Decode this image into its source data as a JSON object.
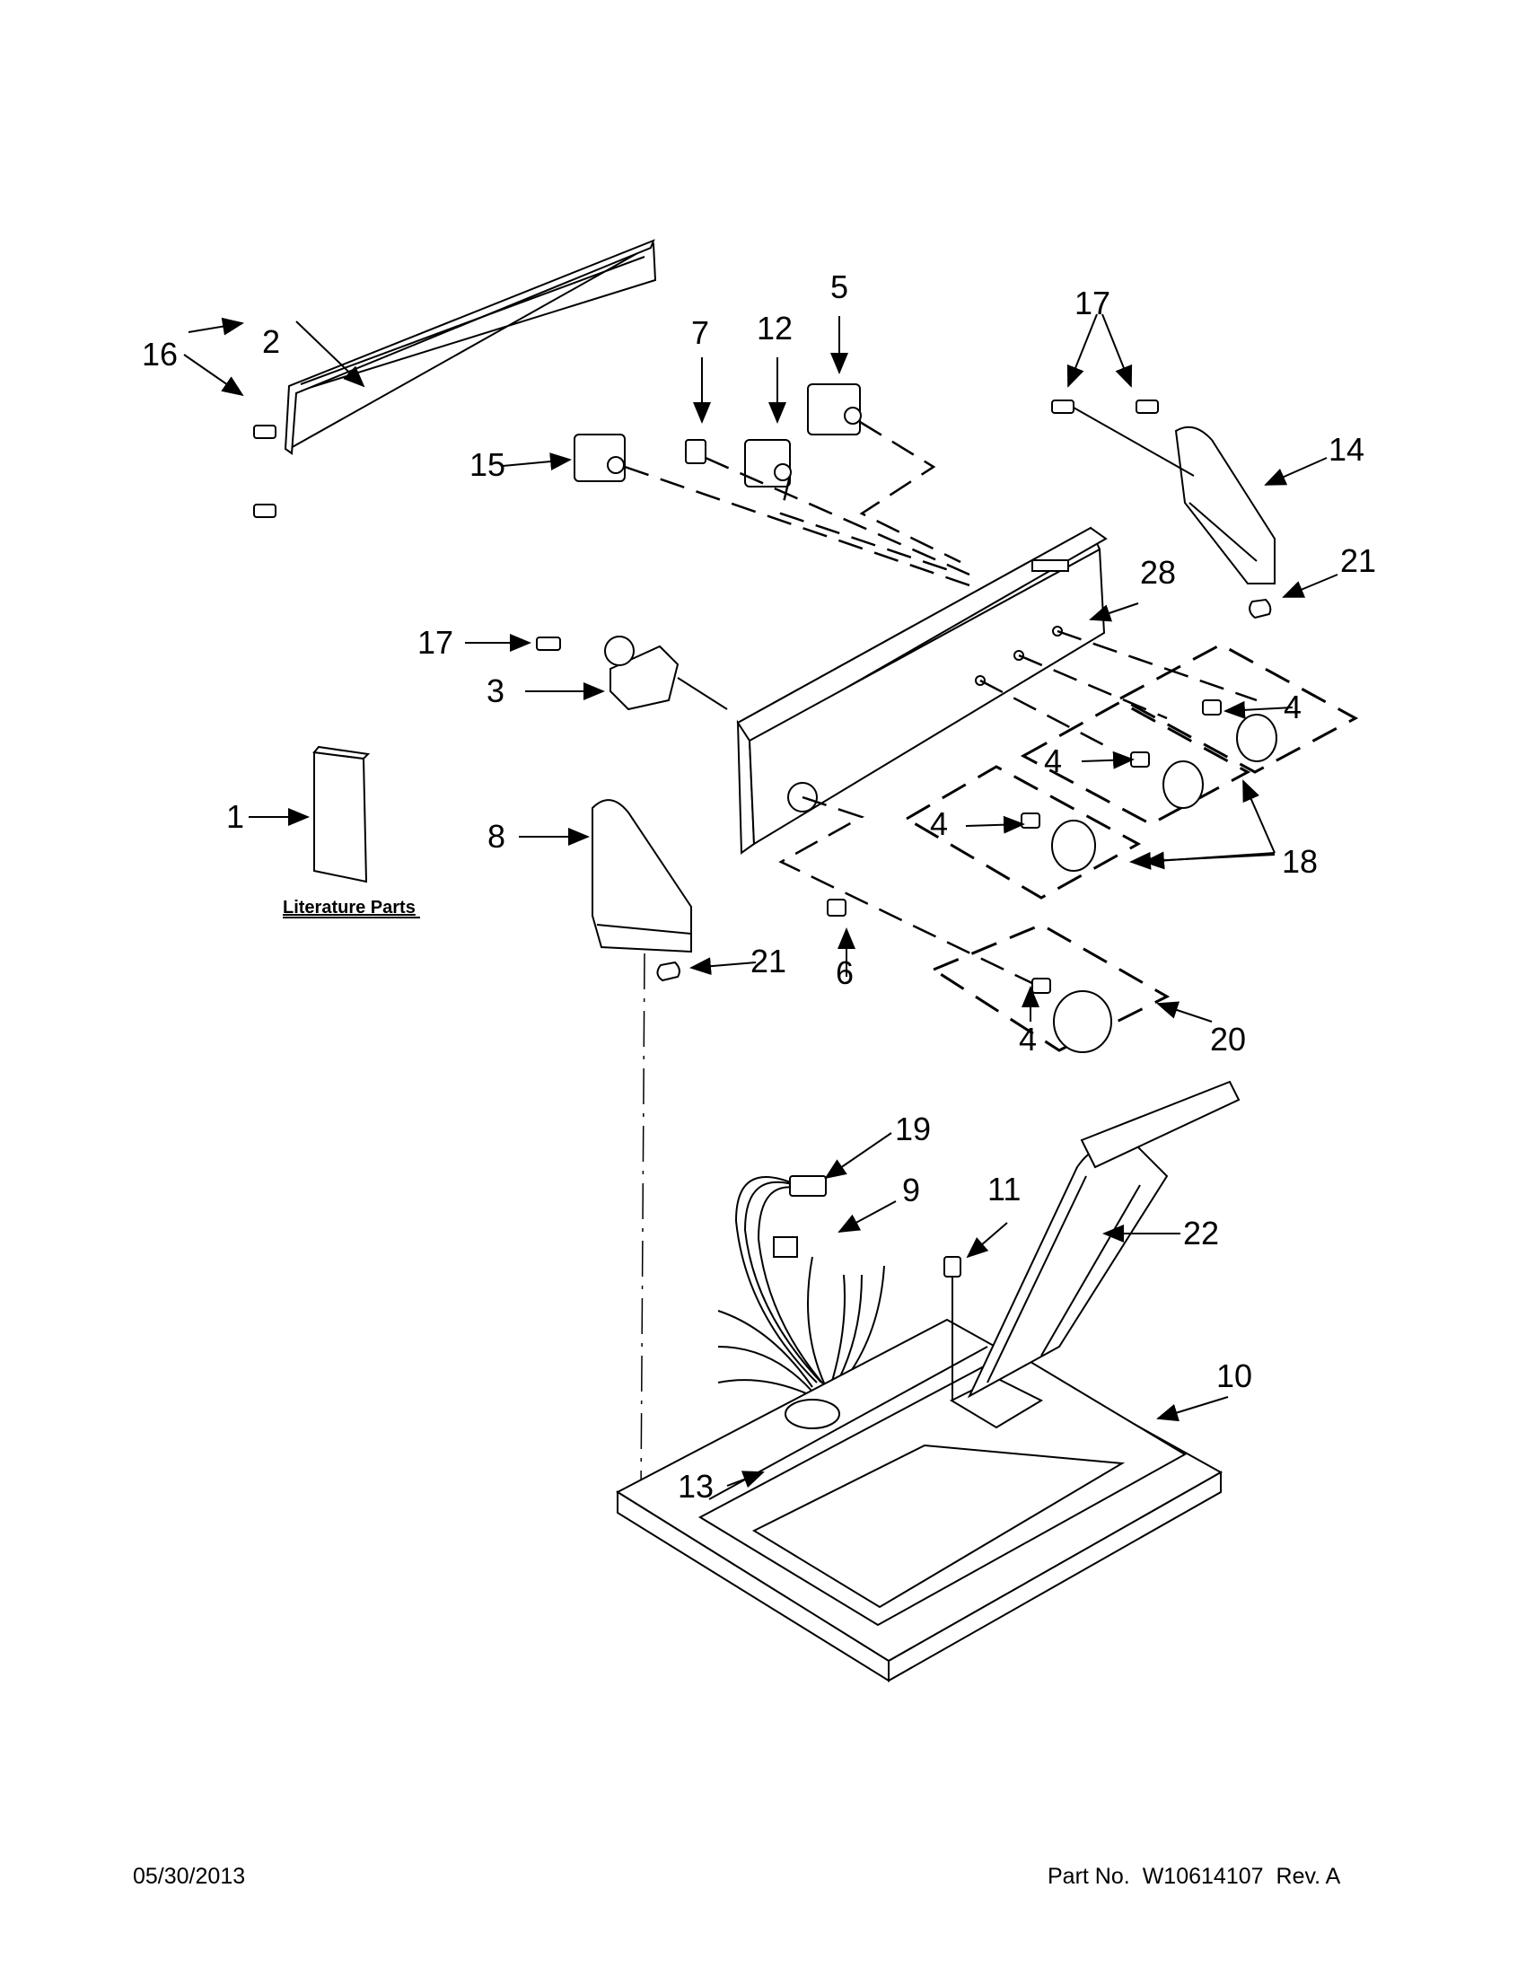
{
  "callouts": [
    "1",
    "2",
    "3",
    "4",
    "5",
    "6",
    "7",
    "8",
    "9",
    "10",
    "11",
    "12",
    "13",
    "14",
    "15",
    "16",
    "17",
    "18",
    "19",
    "20",
    "21",
    "22",
    "28"
  ],
  "literature_label": "Literature Parts",
  "footer": {
    "date": "05/30/2013",
    "part_label": "Part No.",
    "part_number": "W10614107",
    "revision": "Rev. A"
  }
}
